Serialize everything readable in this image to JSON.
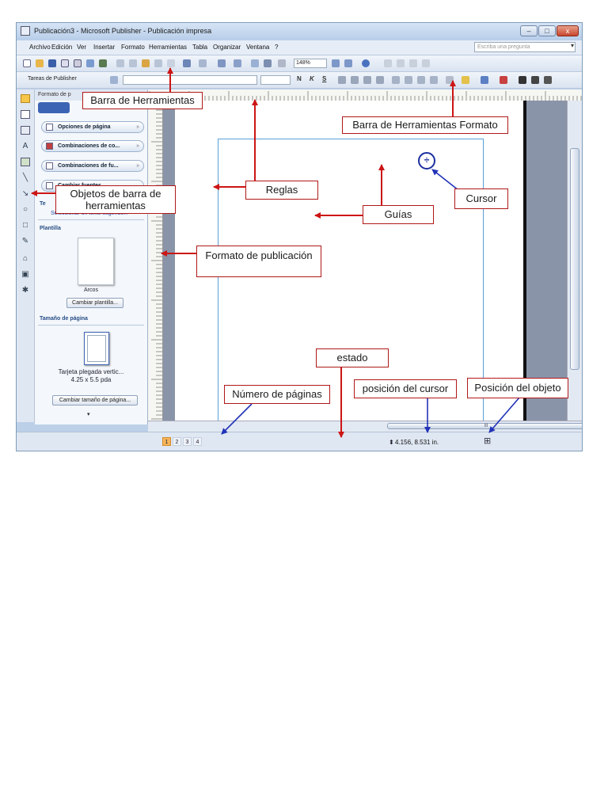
{
  "window": {
    "title": "Publicación3 - Microsoft Publisher -  Publicación impresa",
    "minimize": "–",
    "maximize": "□",
    "close": "x"
  },
  "menubar": {
    "items": [
      "Archivo",
      "Edición",
      "Ver",
      "Insertar",
      "Formato",
      "Herramientas",
      "Tabla",
      "Organizar",
      "Ventana",
      "?"
    ],
    "help_placeholder": "Escriba una pregunta"
  },
  "toolbar": {
    "zoom": "148%",
    "publisher_tasks": "Tareas de Publisher"
  },
  "format_toolbar": {
    "bold": "N",
    "italic": "K",
    "underline": "S"
  },
  "task_pane": {
    "header": "Formato de p",
    "buttons": [
      "Opciones de página",
      "Combinaciones de co...",
      "Combinaciones de fu...",
      "Cambiar fuentes"
    ],
    "section_text_title": "Te",
    "suggest_text": "Seleccionar un texto sugerido...",
    "template_title": "Plantilla",
    "template_name": "Arcos",
    "change_template": "Cambiar plantilla...",
    "page_size_title": "Tamaño de página",
    "page_size_name": "Tarjeta plegada vertic...",
    "page_size_dims": "4.25 x 5.5 pda",
    "change_page_size": "Cambiar tamaño de página..."
  },
  "status": {
    "pages": [
      "1",
      "2",
      "3",
      "4"
    ],
    "selected_page": "1",
    "coords": "4.156, 8.531 in.",
    "scroll_label": "III"
  },
  "cursor_glyph": "÷",
  "callouts": {
    "barra_herramientas": "Barra de Herramientas",
    "barra_formato": "Barra de Herramientas Formato",
    "objetos_barra": "Objetos de barra de herramientas",
    "reglas": "Reglas",
    "guias": "Guías",
    "cursor": "Cursor",
    "formato_publicacion": "Formato de publicación",
    "estado": "estado",
    "numero_paginas": "Número de páginas",
    "posicion_cursor": "posición del cursor",
    "posicion_objeto": "Posición del objeto"
  },
  "colors": {
    "callout_border": "#b01818",
    "arrow_red": "#cc1515",
    "arrow_blue": "#2233b8",
    "guide_blue": "#5aa0d8",
    "page_selected": "#f6b559"
  }
}
